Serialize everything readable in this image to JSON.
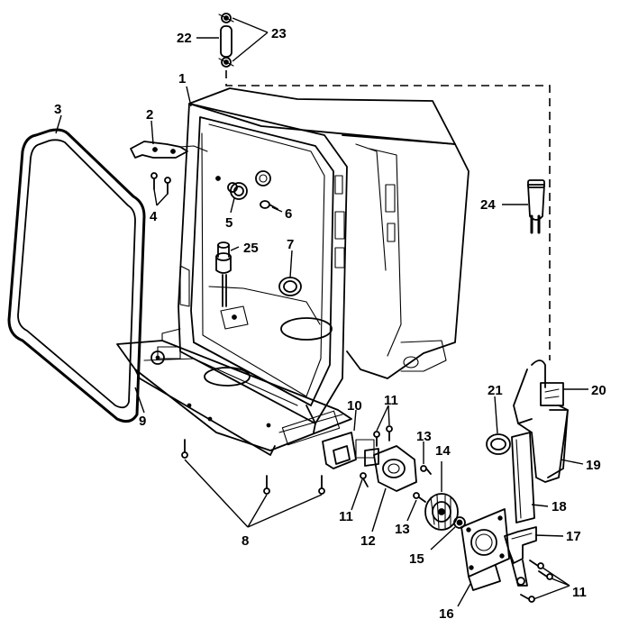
{
  "callouts": {
    "c1": "1",
    "c2": "2",
    "c3": "3",
    "c4": "4",
    "c5": "5",
    "c6": "6",
    "c7": "7",
    "c8": "8",
    "c9": "9",
    "c10": "10",
    "c11a": "11",
    "c11b": "11",
    "c11c": "11",
    "c12": "12",
    "c13a": "13",
    "c13b": "13",
    "c14": "14",
    "c15": "15",
    "c16": "16",
    "c17": "17",
    "c18": "18",
    "c19": "19",
    "c20": "20",
    "c21": "21",
    "c22": "22",
    "c23": "23",
    "c24": "24",
    "c25": "25"
  }
}
